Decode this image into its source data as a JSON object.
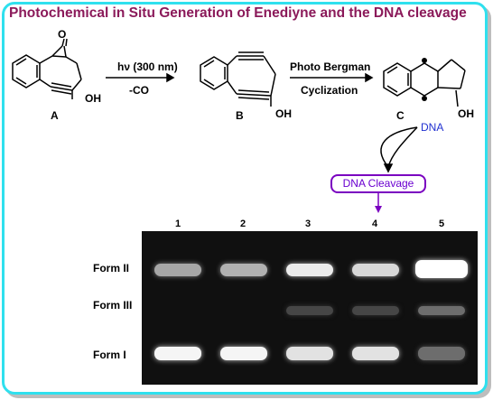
{
  "title": "Photochemical in Situ Generation of Enediyne and the DNA cleavage",
  "compounds": {
    "a": "A",
    "b": "B",
    "c": "C"
  },
  "substituent": "OH",
  "carbonyl": "O",
  "step1": {
    "top": "hν (300 nm)",
    "bottom": "-CO"
  },
  "step2": {
    "top": "Photo Bergman",
    "bottom": "Cyclization"
  },
  "dna_label": "DNA",
  "cleavage_label": "DNA Cleavage",
  "gel": {
    "lanes": [
      "1",
      "2",
      "3",
      "4",
      "5"
    ],
    "forms": [
      "Form II",
      "Form III",
      "Form I"
    ],
    "intensities": {
      "form_ii": [
        0.55,
        0.6,
        0.9,
        0.8,
        1.0
      ],
      "form_iii": [
        0,
        0,
        0.05,
        0.05,
        0.25
      ],
      "form_i": [
        0.95,
        0.95,
        0.85,
        0.85,
        0.25
      ]
    }
  }
}
